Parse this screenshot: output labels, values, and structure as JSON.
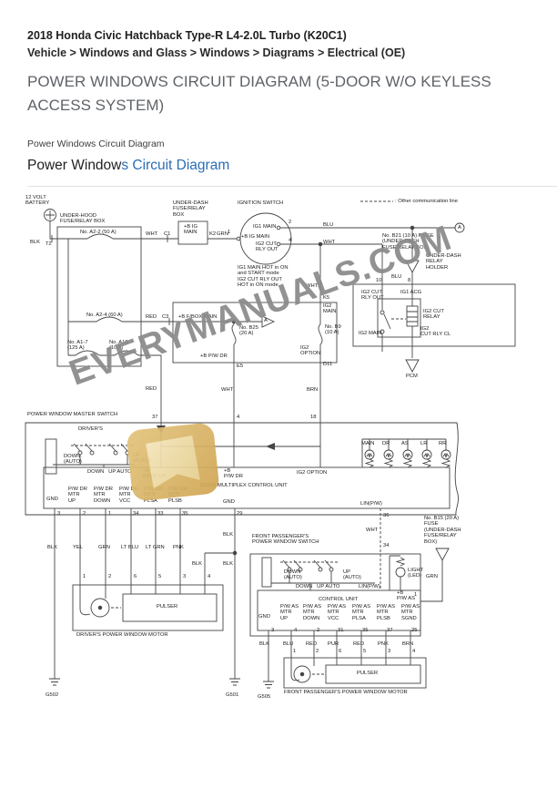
{
  "header": {
    "vehicle_title": "2018 Honda Civic Hatchback Type-R L4-2.0L Turbo (K20C1)",
    "breadcrumb": "Vehicle > Windows and Glass > Windows > Diagrams > Electrical (OE)",
    "page_title": "POWER WINDOWS CIRCUIT DIAGRAM (5-DOOR W/O KEYLESS ACCESS SYSTEM)",
    "doc_label": "Power Windows Circuit Diagram",
    "section_title_match": "Power Window",
    "section_title_rest": "s Circuit Diagram"
  },
  "watermark": {
    "site": "EVERYMANUALS.COM"
  },
  "colors": {
    "accent_blue": "#2b6db3",
    "title_gray": "#5f6368",
    "wire_gray": "#454545",
    "watermark_gray": "#7a7a7a",
    "logo_tan": "#d5ae62"
  },
  "diagram": {
    "labels": {
      "battery": "12 VOLT\nBATTERY",
      "blk_battery": "BLK",
      "t2": "T2",
      "underhood_box": "UNDER-HOOD\nFUSE/RELAY BOX",
      "fuse_a22": "No. A2-2 (50 A)",
      "wht_c1": "WHT",
      "c1": "C1",
      "underdash_box": "UNDER-DASH\nFUSE/RELAY\nBOX",
      "b_ig_main": "+B IG\nMAIN",
      "k2": "K2",
      "grn_ign": "GRN",
      "pin1": "1",
      "ignition_switch": "IGNITION SWITCH",
      "ig1_main": "IG1 MAIN",
      "pin2": "2",
      "b_ig_main_in": "+B IG MAIN",
      "ig2_cut_rly_out": "IG2 CUT\nRLY OUT",
      "pin4": "4",
      "blu1": "BLU",
      "wht1": "WHT",
      "ign_note": "IG1 MAIN HOT in ON\nand START mode\nIG2 CUT RLY OUT\nHOT in ON mode",
      "legend": ": Other communication line",
      "conn_a1": "A",
      "fuse_b21": "No. B21 (10 A) F USE\n(UNDER-DASH\nFUSE/RELAY BOX)",
      "udr_holder": "UNDER-DASH\nRELAY\nHOLDER",
      "blu2": "BLU",
      "t10": "10",
      "t8": "8",
      "ig2_cut_rly_out2": "IG2 CUT\nRLY OUT",
      "ig1_acg": "IG1 ACG",
      "ig2_cut_relay": "IG2 CUT\nRELAY",
      "ig2_main_r": "IG2 MAIN",
      "ig2_rly_cl": "IG2\nCUT RLY CL",
      "pcm": "PCM",
      "wht_k5": "WHT",
      "k5": "K5",
      "ig2_main_k5": "IG2\nMAIN",
      "fuse_b9": "No. B9\n(10 A)",
      "ig2_option": "IG2\nOPTION",
      "d11": "D11",
      "brn1": "BRN",
      "red_c3": "RED",
      "c3": "C3",
      "b_fbox_main": "+B F/BOX MAIN",
      "conn_a2": "A",
      "fuse_b25": "No. B25\n(20 A)",
      "b_pw_dr_ud": "+B P/W DR",
      "e5": "E5",
      "wht_4": "WHT",
      "fuse_a24": "No. A2-4 (60 A)",
      "fuse_a17": "No. A1-7\n(125 A)",
      "fuse_a18": "No. A18\n(10 A)",
      "red_37": "RED",
      "master_switch": "POWER WINDOW MASTER SWITCH",
      "t37": "37",
      "t4": "4",
      "t18": "18",
      "drivers": "DRIVER'S",
      "down_auto1": "DOWN\n(AUTO)",
      "up_auto1": "UP\n(AUTO)",
      "down_up_auto1": "DOWN   UP AUTO",
      "b_back_up": "+B\nBACK UP",
      "b_pw_dr": "+B\nP/W DR",
      "ig2_option_ms": "IG2 OPTION",
      "dmcu": "DOOR MULTIPLEX CONTROL UNIT",
      "ill_main": "MAIN",
      "ill_dr": "DR",
      "ill_as": "AS",
      "ill_lr": "LR",
      "ill_rr": "RR",
      "gnd_ms": "GND",
      "pwdr_up": "P/W DR\nMTR\nUP",
      "pwdr_down": "P/W DR\nMTR\nDOWN",
      "pwdr_vcc": "P/W DR\nMTR\nVCC",
      "pwdr_plsa": "P/W DR\nMTR\nPLSA",
      "pwdr_plsb": "P/W DR\nMTR\nPLSB",
      "gnd_ms2": "GND",
      "t3": "3",
      "t2b": "2",
      "t1b": "1",
      "t34": "34",
      "t33": "33",
      "t35": "35",
      "t29": "29",
      "blk1": "BLK",
      "yel": "YEL",
      "grn2": "GRN",
      "ltblu": "LT BLU",
      "ltgrn": "LT GRN",
      "pnk": "PNK",
      "blk2": "BLK",
      "blk3": "BLK",
      "blk4": "BLK",
      "mp1": "1",
      "mp2": "2",
      "mp6": "6",
      "mp5": "5",
      "mp3": "3",
      "mp4": "4",
      "pulser1": "PULSER",
      "dpwm": "DRIVER'S POWER WINDOW MOTOR",
      "g502": "G502",
      "lin_pw1": "LIN(P/W)",
      "t36": "36",
      "wht_lin": "WHT",
      "t34b": "34",
      "fps": "FRONT PASSENGER'S\nPOWER WINDOW SWITCH",
      "down_auto2": "DOWN\n(AUTO)",
      "up_auto2": "UP\n(AUTO)",
      "down_up_auto2": "DOWN   UP AUTO",
      "lin_pw2": "LIN(P/W)",
      "control_unit": "CONTROL UNIT",
      "b_pw_as": "+B\nP/W AS",
      "t1p": "1",
      "light_led": "LIGHT\n(LED)",
      "fuse_b15": "No. B15 (20 A)\nFUSE\n(UNDER-DASH\nFUSE/RELAY\nBOX)",
      "grn3": "GRN",
      "gnd_fp": "GND",
      "pwas_up": "P/W AS\nMTR\nUP",
      "pwas_down": "P/W AS\nMTR\nDOWN",
      "pwas_vcc": "P/W AS\nMTR\nVCC",
      "pwas_plsa": "P/W AS\nMTR\nPLSA",
      "pwas_plsb": "P/W AS\nMTR\nPLSB",
      "pwas_sgnd": "P/W AS\nMTR\nSGND",
      "tp3": "3",
      "tp4": "4",
      "tp2": "2",
      "tp31": "31",
      "tp35": "35",
      "tp37": "37",
      "tp25": "25",
      "pblk": "BLK",
      "pblu": "BLU",
      "pred": "RED",
      "ppur": "PUR",
      "pred2": "RED",
      "ppnk": "PNK",
      "pbrn": "BRN",
      "pp1": "1",
      "pp2": "2",
      "pp6": "6",
      "pp5": "5",
      "pp3": "3",
      "pp4": "4",
      "pulser2": "PULSER",
      "fppwm": "FRONT PASSENGER'S POWER WINDOW MOTOR",
      "g501": "G501",
      "g505": "G505"
    }
  }
}
